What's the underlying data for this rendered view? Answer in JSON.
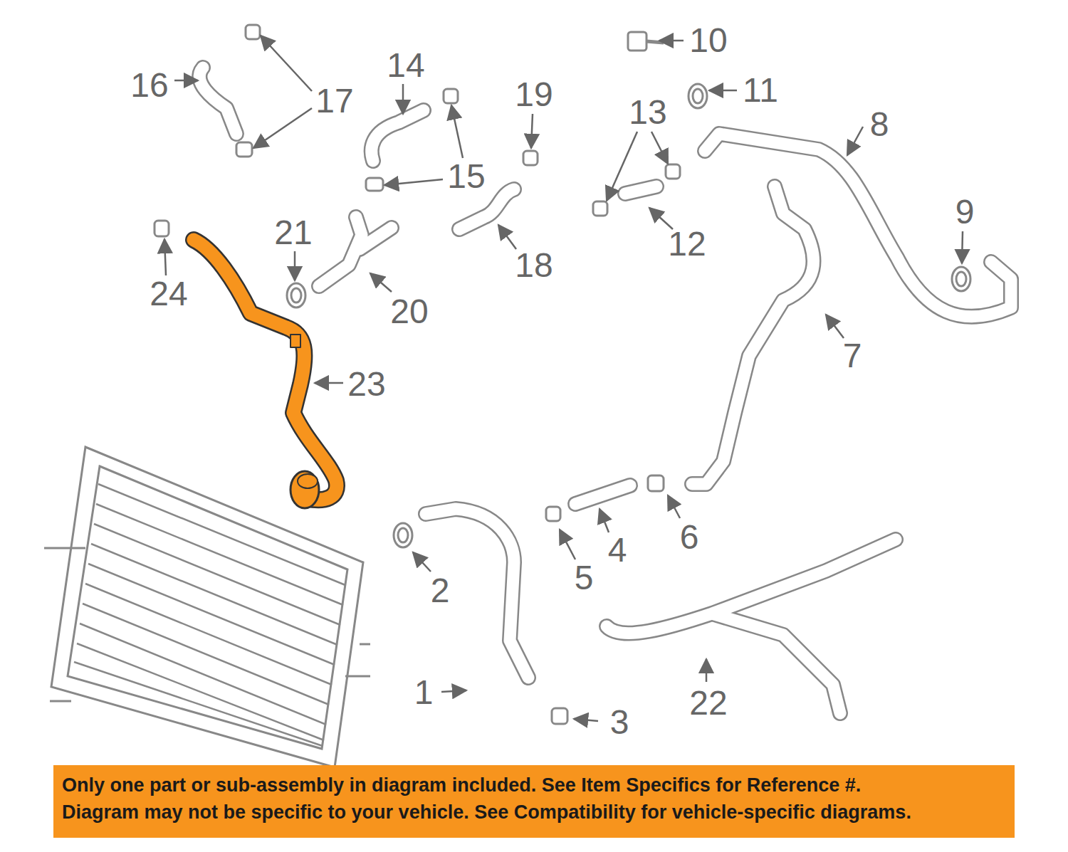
{
  "diagram": {
    "nodes": [
      {
        "text": [
          "Only one part or sub-assembly in diagram included. See Item Specifics for Reference #.",
          "Diagram may not be specific to your vehicle. See Compatibility for vehicle-specific diagrams."
        ]
      }
    ],
    "labels": [
      "16",
      "17",
      "14",
      "15",
      "19",
      "10",
      "11",
      "13",
      "8",
      "9",
      "12",
      "18",
      "21",
      "20",
      "24",
      "23",
      "7",
      "2",
      "5",
      "4",
      "6",
      "1",
      "3",
      "22"
    ]
  }
}
